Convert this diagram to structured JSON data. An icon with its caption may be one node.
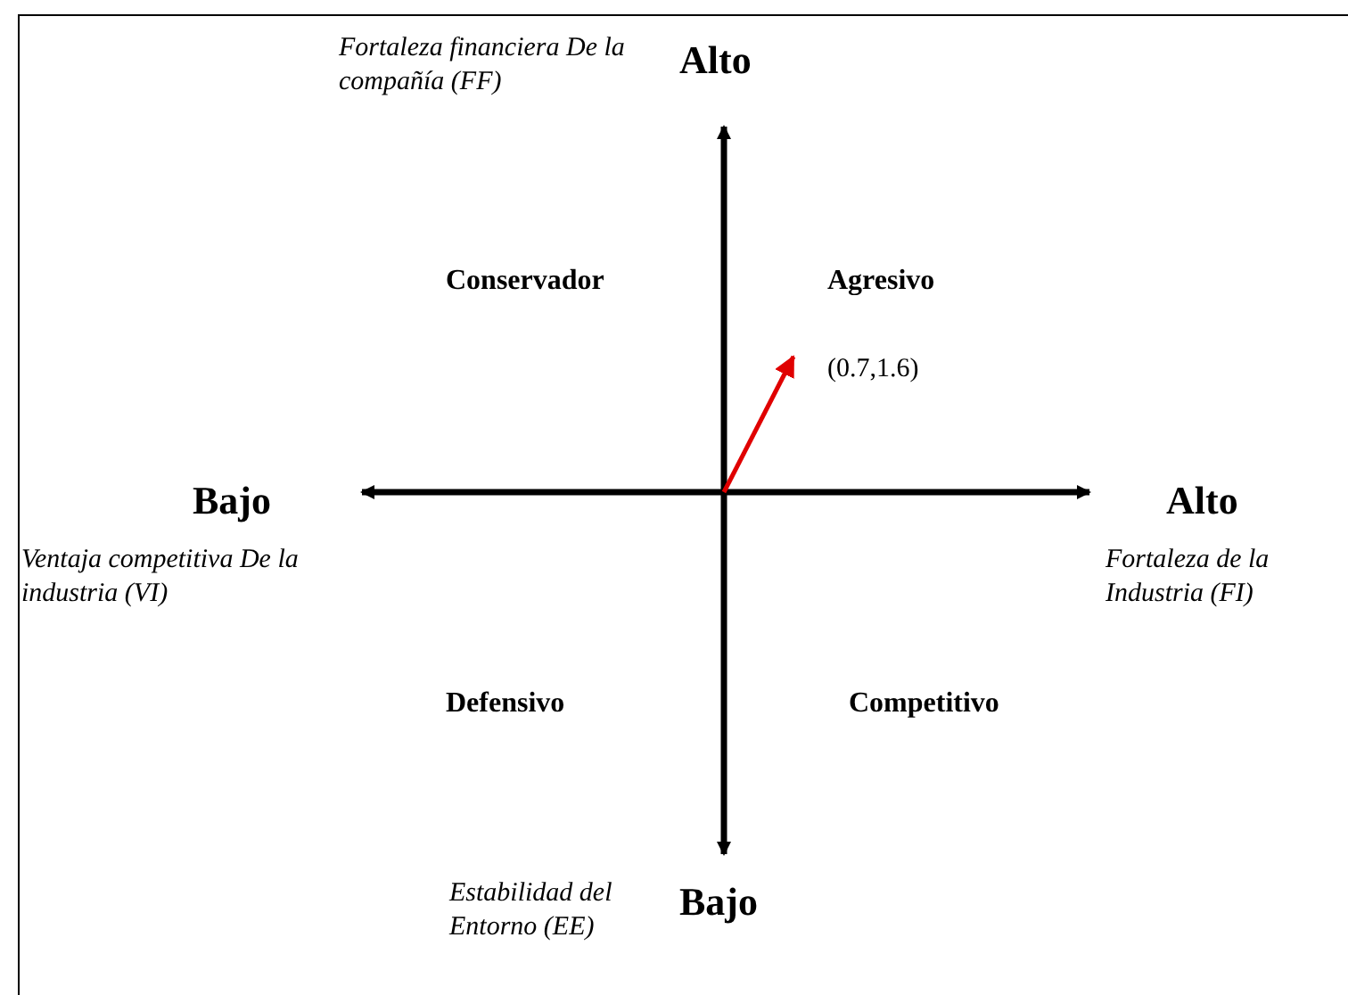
{
  "diagram": {
    "labels": [
      "Fortaleza financiera De la compañía (FF)",
      "Alto",
      "Conservador",
      "Agresivo",
      "(0.7,1.6)",
      "Bajo",
      "Alto",
      "Ventaja competitiva De la industria (VI)",
      "Fortaleza de la Industria (FI)",
      "Defensivo",
      "Competitivo",
      "Estabilidad del Entorno (EE)",
      "Bajo"
    ]
  }
}
